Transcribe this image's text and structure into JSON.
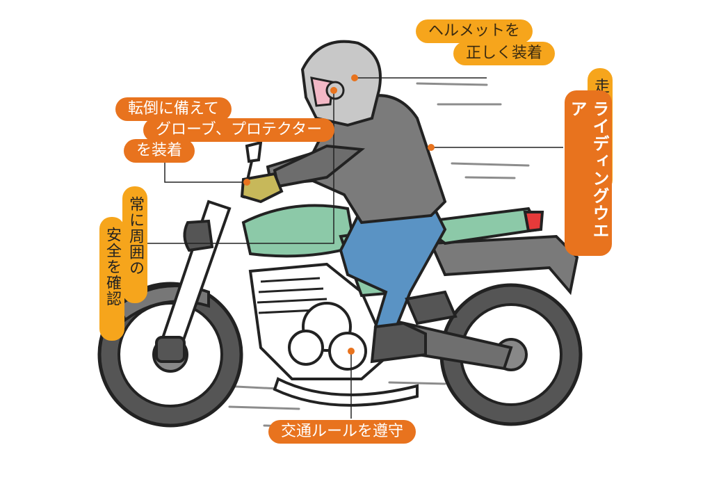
{
  "labels": {
    "helmet_line1": "ヘルメットを",
    "helmet_line2": "正しく装着",
    "gear_line1": "転倒に備えて",
    "gear_line2": "グローブ、プロテクター",
    "gear_line3": "を装着",
    "wear_line1": "走行に適した",
    "wear_line2": "ライディングウエア",
    "safety_line1": "常に周囲の",
    "safety_line2": "安全を確認",
    "traffic": "交通ルールを遵守"
  },
  "colors": {
    "orange": "#e8731e",
    "yellow": "#f6a51c",
    "outline": "#222222",
    "bike_green": "#8cc9a8",
    "jeans": "#5a93c4",
    "jacket": "#7b7b7b",
    "tire": "#555555"
  }
}
